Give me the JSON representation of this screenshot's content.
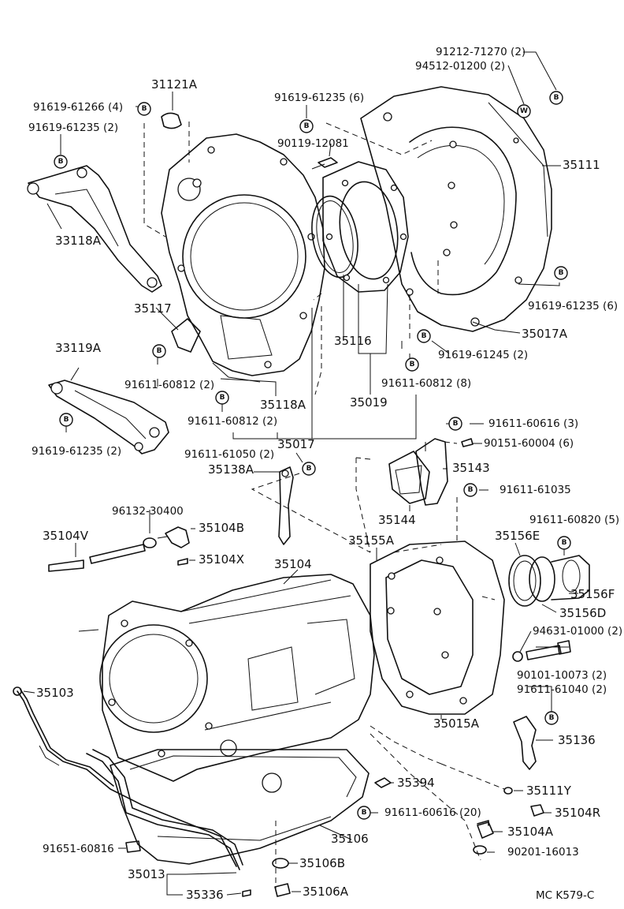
{
  "diagram_id": "MC  K579-C",
  "labels": {
    "p91212": "91212-71270 (2)",
    "p94512": "94512-01200 (2)",
    "p31121A": "31121A",
    "p91619_6(top)": "91619-61235 (6)",
    "p91619_61266": "91619-61266 (4)",
    "p91619_2": "91619-61235 (2)",
    "p90119": "90119-12081",
    "p35111": "35111",
    "p33118A": "33118A",
    "p91619_6r": "91619-61235 (6)",
    "p35117": "35117",
    "p35017A": "35017A",
    "p35116": "35116",
    "p91619_61245": "91619-61245 (2)",
    "p33119A": "33119A",
    "p91611_2a": "91611-60812 (2)",
    "p91611_8": "91611-60812 (8)",
    "p35118A": "35118A",
    "p35019": "35019",
    "p91611_2b": "91611-60812 (2)",
    "p91619_2b": "91619-61235 (2)",
    "p35017": "35017",
    "p91611_616_3": "91611-60616 (3)",
    "p90151": "90151-60004 (6)",
    "p91611_61050": "91611-61050 (2)",
    "p35138A": "35138A",
    "p35143": "35143",
    "p91611_61035": "91611-61035",
    "p96132": "96132-30400",
    "p35104B": "35104B",
    "p35144": "35144",
    "p91611_820": "91611-60820 (5)",
    "p35104V": "35104V",
    "p35155A": "35155A",
    "p35156E": "35156E",
    "p35104X": "35104X",
    "p35104": "35104",
    "p35156F": "35156F",
    "p35156D": "35156D",
    "p94631": "94631-01000 (2)",
    "p35103": "35103",
    "p90101": "90101-10073 (2)",
    "p91611_61040": "91611-61040 (2)",
    "p35015A": "35015A",
    "p35136": "35136",
    "p35394": "35394",
    "p35111Y": "35111Y",
    "p91611_616_20": "91611-60616 (20)",
    "p35104R": "35104R",
    "p35106": "35106",
    "p35104A": "35104A",
    "p91651": "91651-60816",
    "p90201": "90201-16013",
    "p35106B": "35106B",
    "p35013": "35013",
    "p35336": "35336",
    "p35106A": "35106A"
  },
  "badges": {
    "b_letter": "B",
    "w_letter": "W"
  }
}
